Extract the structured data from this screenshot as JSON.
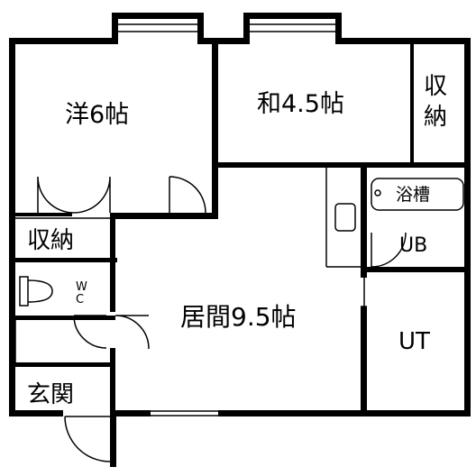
{
  "rooms": {
    "western": "洋6帖",
    "japanese": "和4.5帖",
    "storage_top": "収\n納",
    "storage_left": "収納",
    "wc": "W\nC",
    "living": "居間9.5帖",
    "bath": "浴槽",
    "ub": "UB",
    "ut": "UT",
    "entrance": "玄関"
  },
  "colors": {
    "wall": "#000000",
    "background": "#ffffff"
  }
}
